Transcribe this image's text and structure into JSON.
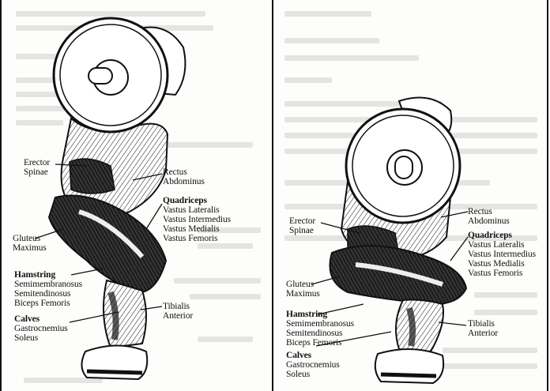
{
  "left_panel": {
    "labels": {
      "erector": [
        "Erector",
        "Spinae"
      ],
      "rectus": [
        "Rectus",
        "Abdominus"
      ],
      "quadriceps": {
        "head": "Quadriceps",
        "items": [
          "Vastus Lateralis",
          "Vastus Intermedius",
          "Vastus Medialis",
          "Vastus Femoris"
        ]
      },
      "gluteus": [
        "Gluteus",
        "Maximus"
      ],
      "hamstring": {
        "head": "Hamstring",
        "items": [
          "Semimembranosus",
          "Semitendinosus",
          "Biceps Femoris"
        ]
      },
      "calves": {
        "head": "Calves",
        "items": [
          "Gastrocnemius",
          "Soleus"
        ]
      },
      "tibialis": [
        "Tibialis",
        "Anterior"
      ]
    }
  },
  "right_panel": {
    "labels": {
      "erector": [
        "Erector",
        "Spinae"
      ],
      "rectus": [
        "Rectus",
        "Abdominus"
      ],
      "quadriceps": {
        "head": "Quadriceps",
        "items": [
          "Vastus Lateralis",
          "Vastus Intermedius",
          "Vastus Medialis",
          "Vastus Femoris"
        ]
      },
      "gluteus": [
        "Gluteus",
        "Maximus"
      ],
      "hamstring": {
        "head": "Hamstring",
        "items": [
          "Semimembranosus",
          "Semitendinosus",
          "Biceps Femoris"
        ]
      },
      "calves": {
        "head": "Calves",
        "items": [
          "Gastrocnemius",
          "Soleus"
        ]
      },
      "tibialis": [
        "Tibialis",
        "Anterior"
      ]
    }
  }
}
